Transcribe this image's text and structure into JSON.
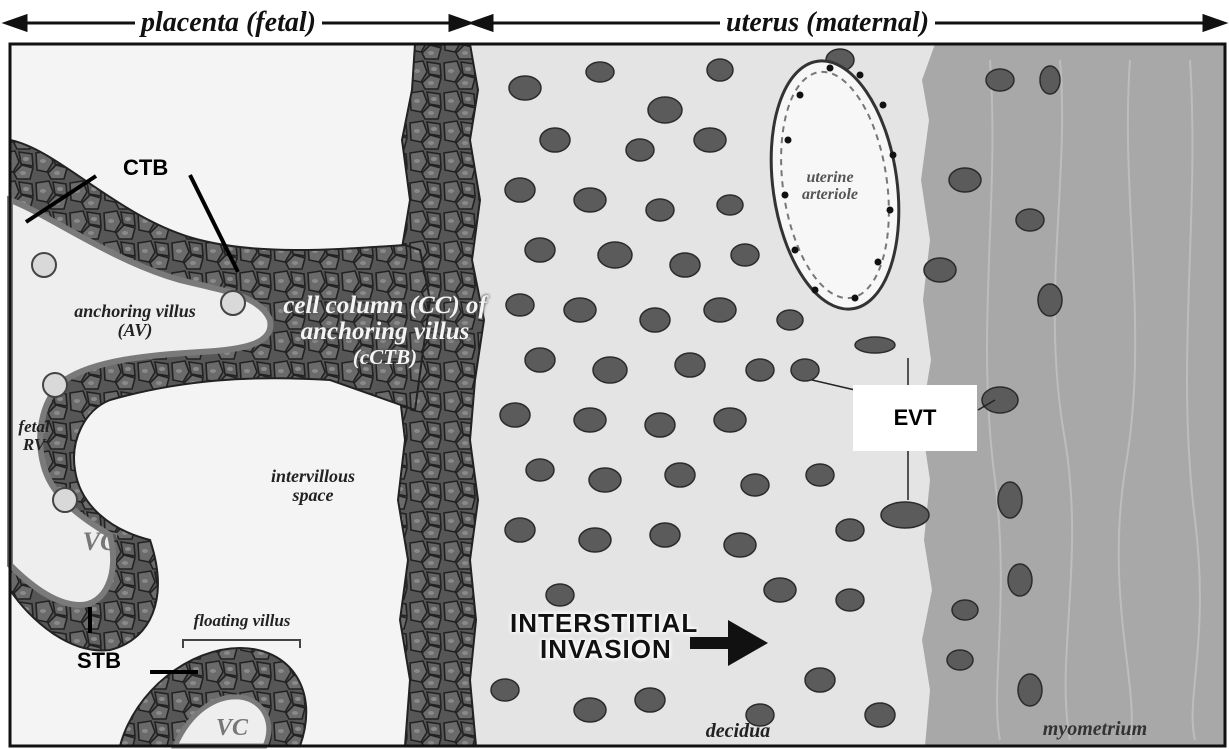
{
  "header": {
    "placenta_label": "placenta (fetal)",
    "uterus_label": "uterus (maternal)"
  },
  "labels": {
    "ctb": "CTB",
    "stb": "STB",
    "evt": "EVT",
    "anchoring_villus_line1": "anchoring villus",
    "anchoring_villus_line2": "(AV)",
    "cell_column_line1": "cell column (CC) of",
    "cell_column_line2": "anchoring villus",
    "cell_column_line3": "(cCTB)",
    "fetal_rv_line1": "fetal",
    "fetal_rv_line2": "RV",
    "intervillous_line1": "intervillous",
    "intervillous_line2": "space",
    "vc_upper": "VC",
    "vc_lower": "VC",
    "floating_villus": "floating villus",
    "uterine_arteriole_line1": "uterine",
    "uterine_arteriole_line2": "arteriole",
    "interstitial_line1": "INTERSTITIAL",
    "interstitial_line2": "INVASION",
    "decidua": "decidua",
    "myometrium": "myometrium"
  },
  "colors": {
    "cell_fill": "#5b5b5b",
    "cell_outline": "#2a2a2a",
    "villus_band": "#6a6a6a",
    "decidua_bg": "#e6e6e6",
    "myometrium_bg": "#a9a9a9",
    "intervillous_bg": "#f2f2f2"
  }
}
